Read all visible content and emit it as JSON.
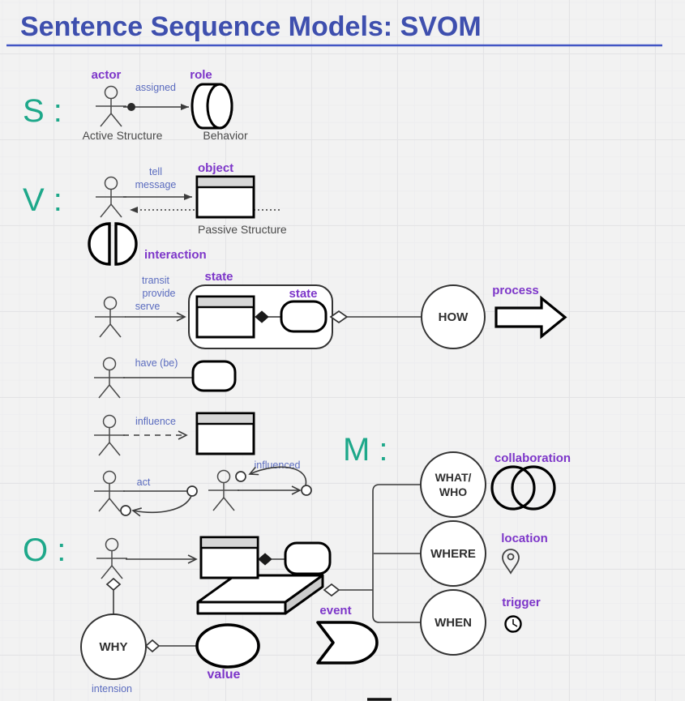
{
  "title": "Sentence Sequence Models: SVOM",
  "colors": {
    "title_blue": "#3e4fae",
    "underline_blue": "#4255c4",
    "section_letter_teal": "#1ea88a",
    "label_purple": "#7d36c9",
    "edge_label_blue": "#5b6cbf",
    "caption_gray": "#4a4a4a",
    "header_fill_gray": "#d7d7d7"
  },
  "s": {
    "letter": "S :",
    "actor_label": "actor",
    "edge_label": "assigned",
    "role_label": "role",
    "actor_caption": "Active Structure",
    "role_caption": "Behavior"
  },
  "v": {
    "letter": "V :",
    "edge_label_1": "tell",
    "edge_label_2": "message",
    "object_label": "object",
    "object_caption": "Passive Structure",
    "interaction_label": "interaction"
  },
  "how": {
    "edge_label_1": "transit",
    "edge_label_2": "provide",
    "edge_label_3": "serve",
    "outer_state_label": "state",
    "inner_state_label": "state",
    "circle_label": "HOW",
    "process_label": "process"
  },
  "have": {
    "edge_label": "have (be)"
  },
  "influence": {
    "edge_label": "influence"
  },
  "act": {
    "edge_label": "act",
    "influenced_label": "influenced"
  },
  "m": {
    "letter": "M :",
    "what_who_1": "WHAT/",
    "what_who_2": "WHO",
    "collaboration_label": "collaboration",
    "where_label": "WHERE",
    "location_label": "location",
    "when_label": "WHEN",
    "trigger_label": "trigger"
  },
  "o": {
    "letter": "O :",
    "why_label": "WHY",
    "intension_label": "intension",
    "value_label": "value",
    "event_label": "event"
  }
}
